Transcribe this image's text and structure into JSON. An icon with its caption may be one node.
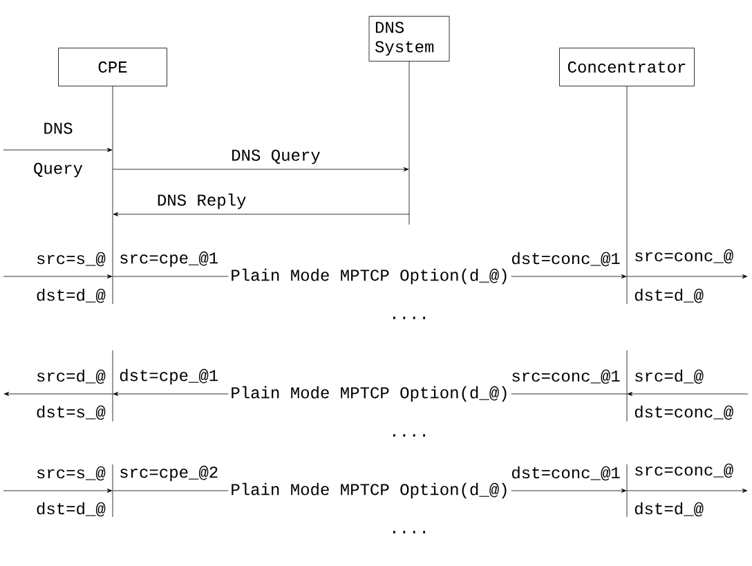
{
  "diagram": {
    "nodes": [
      {
        "text": [
          "CPE"
        ]
      },
      {
        "text": [
          "DNS System"
        ]
      },
      {
        "text": [
          "Concentrator"
        ]
      }
    ],
    "edges": [
      {
        "from": null,
        "to": 0,
        "arrow": "to",
        "label": "DNS Query"
      },
      {
        "from": 0,
        "to": 1,
        "arrow": "to",
        "label": "DNS Query"
      },
      {
        "from": 1,
        "to": 0,
        "arrow": "to",
        "label": "DNS Reply"
      },
      {
        "from": null,
        "to": 0,
        "arrow": "to"
      },
      {
        "from": 0,
        "to": 2,
        "arrow": "to",
        "label": "Plain Mode MPTCP Option(d_@)"
      },
      {
        "from": 2,
        "to": null,
        "arrow": "to"
      },
      {
        "from": 0,
        "to": null,
        "arrow": "to"
      },
      {
        "from": 2,
        "to": 0,
        "arrow": "to",
        "label": "Plain Mode MPTCP Option(d_@)"
      },
      {
        "from": null,
        "to": 2,
        "arrow": "to"
      },
      {
        "from": null,
        "to": 0,
        "arrow": "to"
      },
      {
        "from": 0,
        "to": 2,
        "arrow": "to",
        "label": "Plain Mode MPTCP Option(d_@)"
      },
      {
        "from": 2,
        "to": null,
        "arrow": "to"
      }
    ],
    "labels": [
      "src=s_@",
      "src=cpe_@1",
      "dst=conc_@1",
      "src=conc_@",
      "dst=d_@",
      "dst=d_@",
      "....",
      "src=d_@",
      "dst=cpe_@1",
      "src=conc_@1",
      "src=d_@",
      "dst=s_@",
      "dst=conc_@",
      "....",
      "src=s_@",
      "src=cpe_@2",
      "dst=conc_@1",
      "src=conc_@",
      "dst=d_@",
      "dst=d_@",
      "...."
    ]
  }
}
